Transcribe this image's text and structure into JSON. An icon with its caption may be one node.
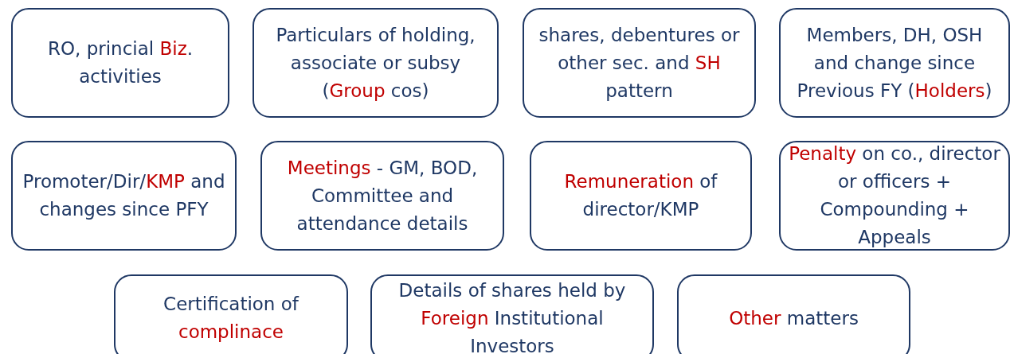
{
  "diagram": {
    "nodes": [
      {
        "text": [
          "RO, princial *Biz*. activities"
        ]
      },
      {
        "text": [
          "Particulars of holding, associate or subsy (*Group* cos)"
        ]
      },
      {
        "text": [
          "shares, debentures or other sec. and *SH* pattern"
        ]
      },
      {
        "text": [
          "Members, DH, OSH and change since Previous FY (*Holders*)"
        ]
      },
      {
        "text": [
          "Promoter/Dir/*KMP* and changes since PFY"
        ]
      },
      {
        "text": [
          "*Meetings* - GM, BOD, Committee and attendance details"
        ]
      },
      {
        "text": [
          "*Remuneration* of director/KMP"
        ]
      },
      {
        "text": [
          "*Penalty* on co., director or officers + Compounding + Appeals"
        ]
      },
      {
        "text": [
          "Certification of *complinace*"
        ]
      },
      {
        "text": [
          "Details of shares held by *Foreign* Institutional Investors"
        ]
      },
      {
        "text": [
          "*Other* matters"
        ]
      }
    ],
    "edges": []
  }
}
